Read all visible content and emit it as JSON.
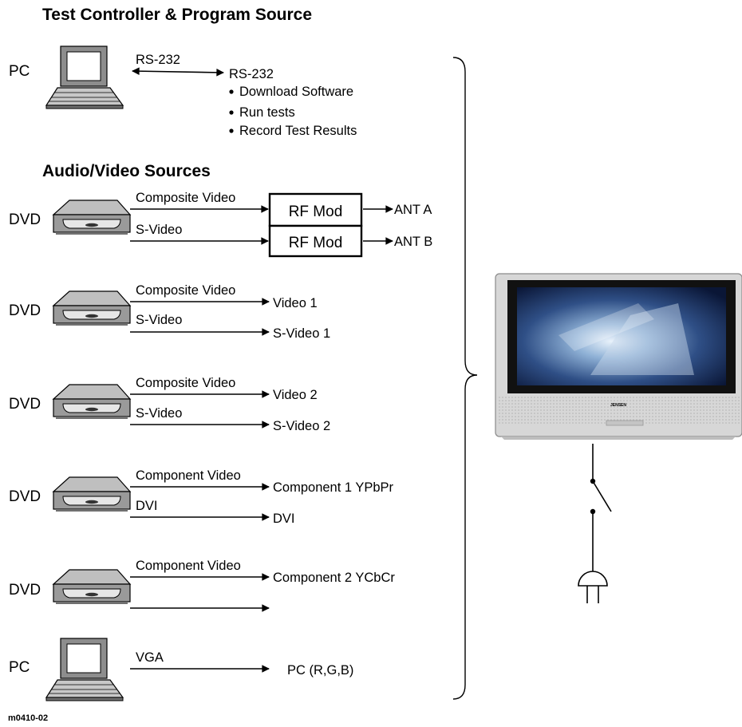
{
  "headings": {
    "controller": "Test Controller & Program Source",
    "av_sources": "Audio/Video Sources"
  },
  "controller": {
    "device": "PC",
    "cable_label": "RS-232",
    "port_label": "RS-232",
    "functions": [
      "Download Software",
      "Run tests",
      "Record Test Results"
    ]
  },
  "sources": [
    {
      "device": "DVD",
      "signal_a": "Composite Video",
      "signal_b": "S-Video",
      "modulator_a": "RF Mod",
      "modulator_b": "RF Mod",
      "input_a": "ANT A",
      "input_b": "ANT B"
    },
    {
      "device": "DVD",
      "signal_a": "Composite Video",
      "signal_b": "S-Video",
      "input_a": "Video 1",
      "input_b": "S-Video 1"
    },
    {
      "device": "DVD",
      "signal_a": "Composite Video",
      "signal_b": "S-Video",
      "input_a": "Video 2",
      "input_b": "S-Video 2"
    },
    {
      "device": "DVD",
      "signal_a": "Component Video",
      "signal_b": "DVI",
      "input_a": "Component 1 YPbPr",
      "input_b": "DVI"
    },
    {
      "device": "DVD",
      "signal_a": "Component Video",
      "signal_b": "",
      "input_a": "Component 2 YCbCr",
      "input_b": ""
    },
    {
      "device": "PC",
      "signal_a": "VGA",
      "signal_b": "",
      "input_a": "PC (R,G,B)",
      "input_b": ""
    }
  ],
  "tv": {
    "brand": "JENSEN"
  },
  "figure_id": "m0410-02"
}
